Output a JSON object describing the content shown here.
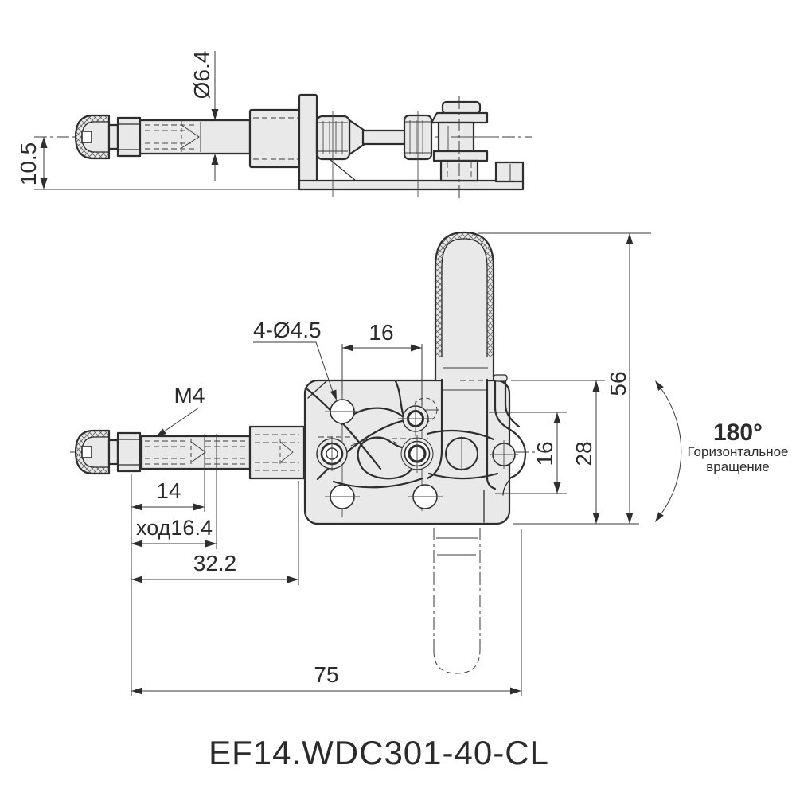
{
  "drawing": {
    "product_code": "EF14.WDC301-40-CL",
    "colors": {
      "line": "#2e2e2e",
      "part_fill": "#e9e9e9",
      "background": "#ffffff"
    },
    "side_view": {
      "dim_rod_diameter": "Ø6.4",
      "dim_base_height": "10.5"
    },
    "front_view": {
      "dim_mounting_holes": "4-Ø4.5",
      "dim_handle_offset": "16",
      "dim_thread": "M4",
      "dim_rod_length": "14",
      "dim_stroke": "ход16.4",
      "dim_plunger_extension": "32.2",
      "dim_overall_length": "75",
      "dim_hole_spacing": "16",
      "dim_body_height": "28",
      "dim_overall_height": "56"
    },
    "rotation_note": {
      "angle": "180°",
      "line1": "Горизонтальное",
      "line2": "вращение"
    }
  }
}
